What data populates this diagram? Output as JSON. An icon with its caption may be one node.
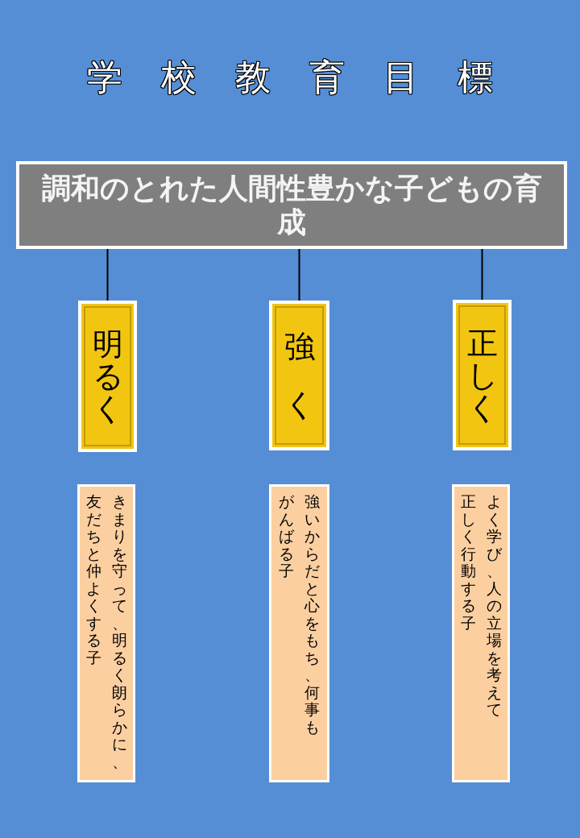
{
  "diagram": {
    "title": "学 校 教 育 目 標",
    "nodes": [
      {
        "text": [
          "調和のとれた人間性豊かな子どもの育成"
        ]
      },
      {
        "text": [
          "明るく"
        ]
      },
      {
        "text": [
          "強く"
        ]
      },
      {
        "text": [
          "正しく"
        ]
      },
      {
        "text": [
          "きまりを守って、明るく朗らかに、友だちと仲よくする子"
        ]
      },
      {
        "text": [
          "強いからだと心をもち、何事もがんばる子"
        ]
      },
      {
        "text": [
          "よく学び、人の立場を考えて正しく行動する子"
        ]
      }
    ],
    "edges": [
      {
        "from": 0,
        "to": 1,
        "arrow": "none"
      },
      {
        "from": 0,
        "to": 2,
        "arrow": "none"
      },
      {
        "from": 0,
        "to": 3,
        "arrow": "none"
      }
    ]
  }
}
